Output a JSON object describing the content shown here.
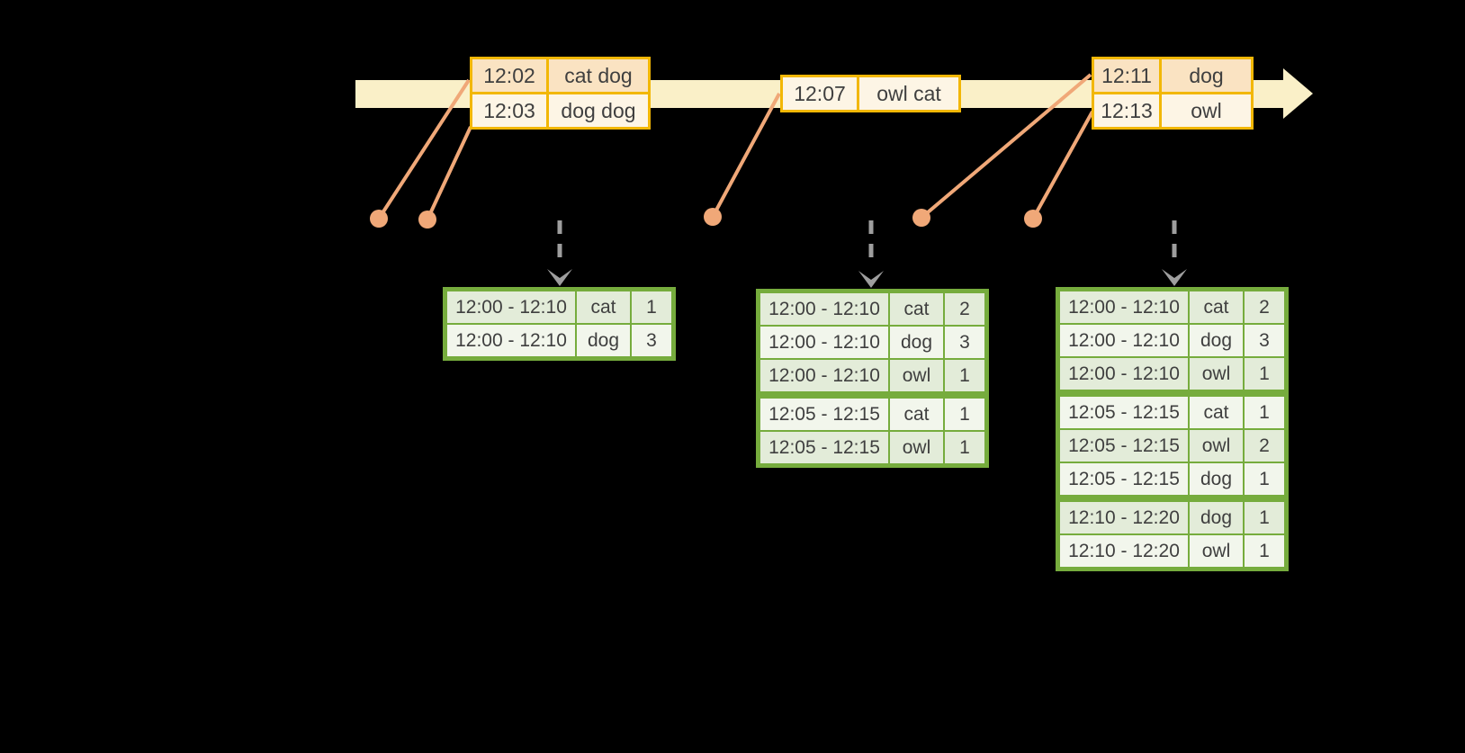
{
  "palette": {
    "background": "#000000",
    "timeline_fill": "#FAF0C8",
    "event_border": "#F2B705",
    "event_row_dark": "#FAE3C2",
    "event_row_light": "#FDF5E5",
    "connector_orange": "#F0A878",
    "trigger_gray": "#9E9E9E",
    "result_border": "#76AC3D",
    "result_row_dark": "#E3ECD9",
    "result_row_light": "#F2F6EC",
    "text": "#3F3F3F"
  },
  "icons": {
    "timeline_arrowhead": "right-arrowhead",
    "event_dot": "filled-circle",
    "trigger_arrow": "dashed-down-arrow"
  },
  "event_tables": [
    {
      "name": "input-events-1",
      "rows": [
        {
          "time": "12:02",
          "words": "cat dog",
          "tone": "dark"
        },
        {
          "time": "12:03",
          "words": "dog dog",
          "tone": "light"
        }
      ]
    },
    {
      "name": "input-events-2",
      "rows": [
        {
          "time": "12:07",
          "words": "owl cat",
          "tone": "light"
        }
      ]
    },
    {
      "name": "input-events-3",
      "rows": [
        {
          "time": "12:11",
          "words": "dog",
          "tone": "dark"
        },
        {
          "time": "12:13",
          "words": "owl",
          "tone": "light"
        }
      ]
    }
  ],
  "result_tables": [
    {
      "name": "result-table-1",
      "groups": [
        [
          {
            "window": "12:00 - 12:10",
            "word": "cat",
            "count": "1"
          },
          {
            "window": "12:00 - 12:10",
            "word": "dog",
            "count": "3"
          }
        ]
      ]
    },
    {
      "name": "result-table-2",
      "groups": [
        [
          {
            "window": "12:00 - 12:10",
            "word": "cat",
            "count": "2"
          },
          {
            "window": "12:00 - 12:10",
            "word": "dog",
            "count": "3"
          },
          {
            "window": "12:00 - 12:10",
            "word": "owl",
            "count": "1"
          }
        ],
        [
          {
            "window": "12:05 - 12:15",
            "word": "cat",
            "count": "1"
          },
          {
            "window": "12:05 - 12:15",
            "word": "owl",
            "count": "1"
          }
        ]
      ]
    },
    {
      "name": "result-table-3",
      "groups": [
        [
          {
            "window": "12:00 - 12:10",
            "word": "cat",
            "count": "2"
          },
          {
            "window": "12:00 - 12:10",
            "word": "dog",
            "count": "3"
          },
          {
            "window": "12:00 - 12:10",
            "word": "owl",
            "count": "1"
          }
        ],
        [
          {
            "window": "12:05 - 12:15",
            "word": "cat",
            "count": "1"
          },
          {
            "window": "12:05 - 12:15",
            "word": "owl",
            "count": "2"
          },
          {
            "window": "12:05 - 12:15",
            "word": "dog",
            "count": "1"
          }
        ],
        [
          {
            "window": "12:10 - 12:20",
            "word": "dog",
            "count": "1"
          },
          {
            "window": "12:10 - 12:20",
            "word": "owl",
            "count": "1"
          }
        ]
      ]
    }
  ]
}
